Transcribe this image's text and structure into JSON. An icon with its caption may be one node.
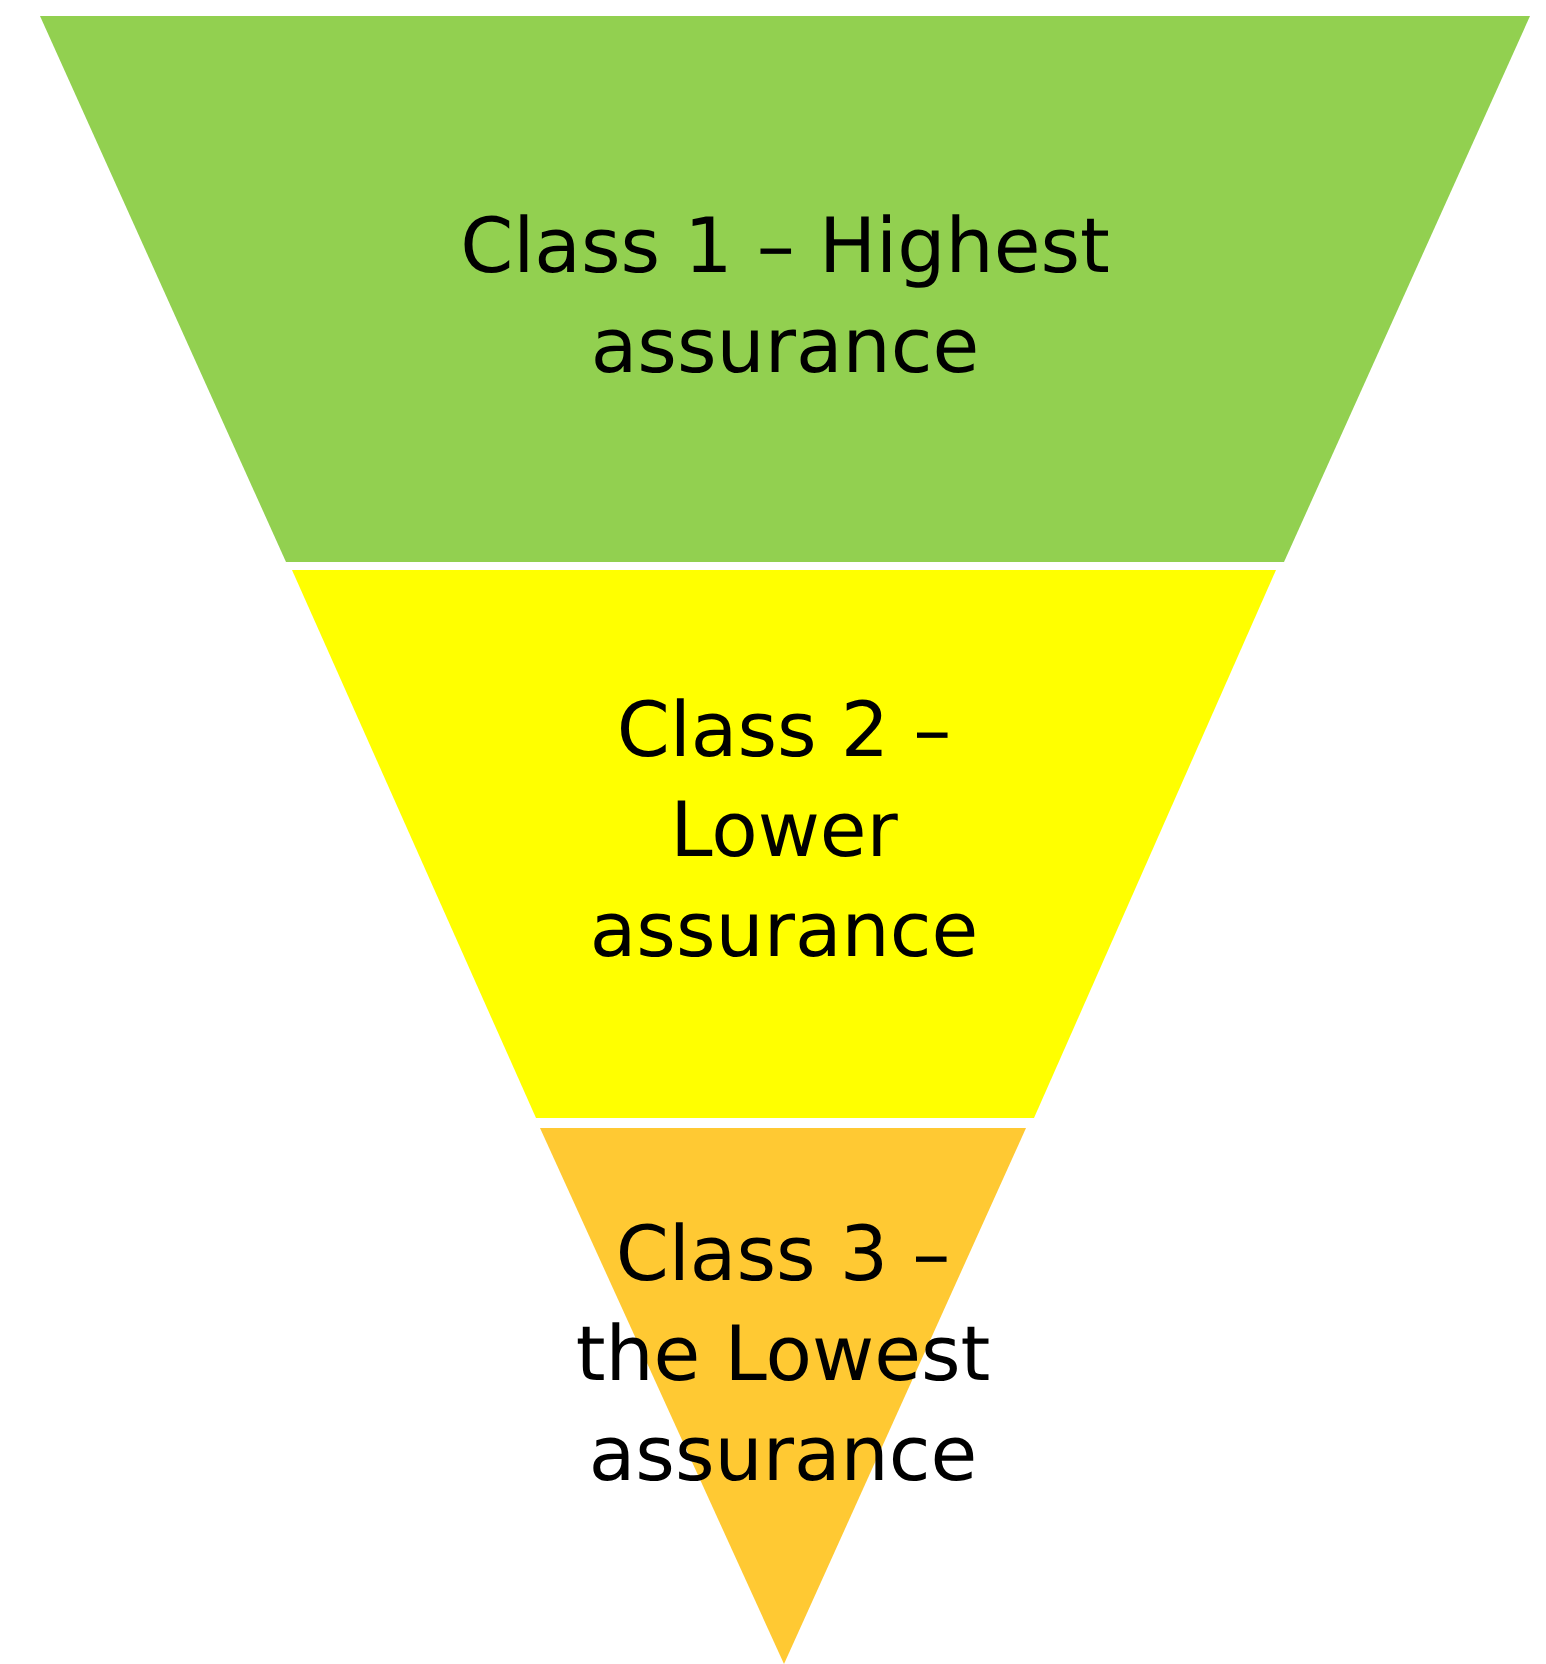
{
  "diagram": {
    "nodes": [
      {
        "text": [
          "Class 1 – Highest assurance"
        ]
      },
      {
        "text": [
          "Class 2 – Lower assurance"
        ]
      },
      {
        "text": [
          "Class 3 – the Lowest assurance"
        ]
      }
    ]
  }
}
